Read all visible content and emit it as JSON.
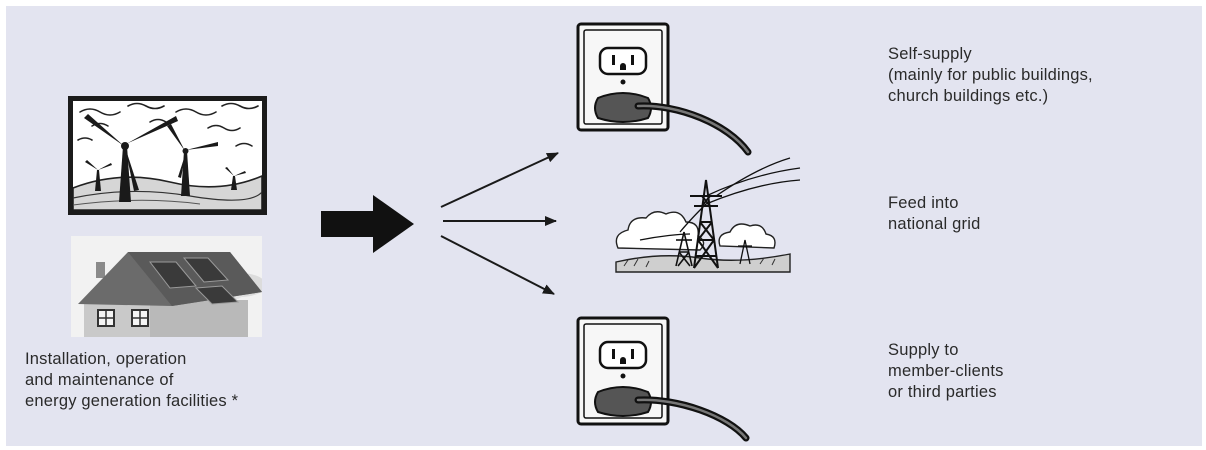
{
  "source": {
    "caption_lines": [
      "Installation, operation",
      "and maintenance of",
      "energy generation facilities *"
    ],
    "icons": [
      "wind-turbines-icon",
      "solar-house-icon"
    ]
  },
  "flow": {
    "icons": [
      "big-arrow-right-icon",
      "branch-arrows-icon"
    ]
  },
  "outputs": [
    {
      "icon": "power-outlet-icon",
      "label_lines": [
        "Self-supply",
        "(mainly for public buildings,",
        "church buildings etc.)"
      ]
    },
    {
      "icon": "power-grid-icon",
      "label_lines": [
        "Feed into",
        "national grid"
      ]
    },
    {
      "icon": "power-outlet-icon",
      "label_lines": [
        "Supply to",
        "member-clients",
        "or third parties"
      ]
    }
  ],
  "colors": {
    "background": "#e3e4f0",
    "ink": "#1a1a1a",
    "text": "#2a2a2a"
  }
}
